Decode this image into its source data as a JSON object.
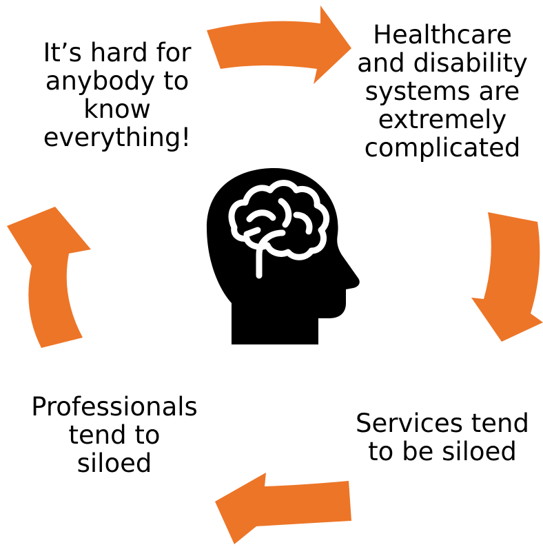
{
  "colors": {
    "arrow": "#ED7527",
    "icon": "#000000",
    "text": "#000000",
    "background": "#FFFFFF"
  },
  "labels": {
    "top_left": "It’s hard for\nanybody to\nknow\neverything!",
    "top_right": "Healthcare\nand disability\nsystems are\nextremely\ncomplicated",
    "bottom_right": "Services tend\nto be siloed",
    "bottom_left": "Professionals\ntend to\nsiloed"
  },
  "icons": {
    "center": "head-with-brain-icon"
  }
}
